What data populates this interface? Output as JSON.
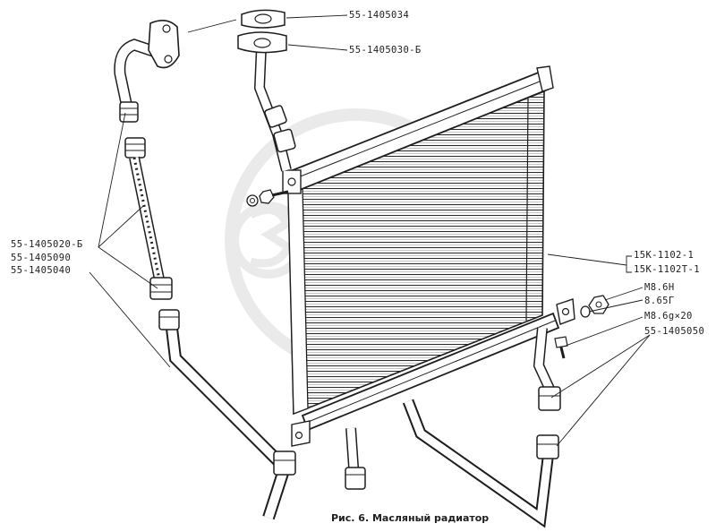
{
  "callouts": {
    "gasket_top": "55-1405034",
    "gasket_bottom": "55-1405030-Б",
    "hose_group_1": "55-1405020-Б",
    "hose_group_2": "55-1405090",
    "hose_group_3": "55-1405040",
    "radiator_1": "15К-1102-1",
    "radiator_2": "15К-1102Т-1",
    "nut": "М8.6Н",
    "washer": "8.65Г",
    "bolt": "М8.6g×20",
    "pipe_right": "55-1405050"
  },
  "caption": "Рис. 6. Масляный радиатор",
  "colors": {
    "ink": "#1e1e1e",
    "paper": "#ffffff",
    "watermark": "#d9d9d9"
  }
}
